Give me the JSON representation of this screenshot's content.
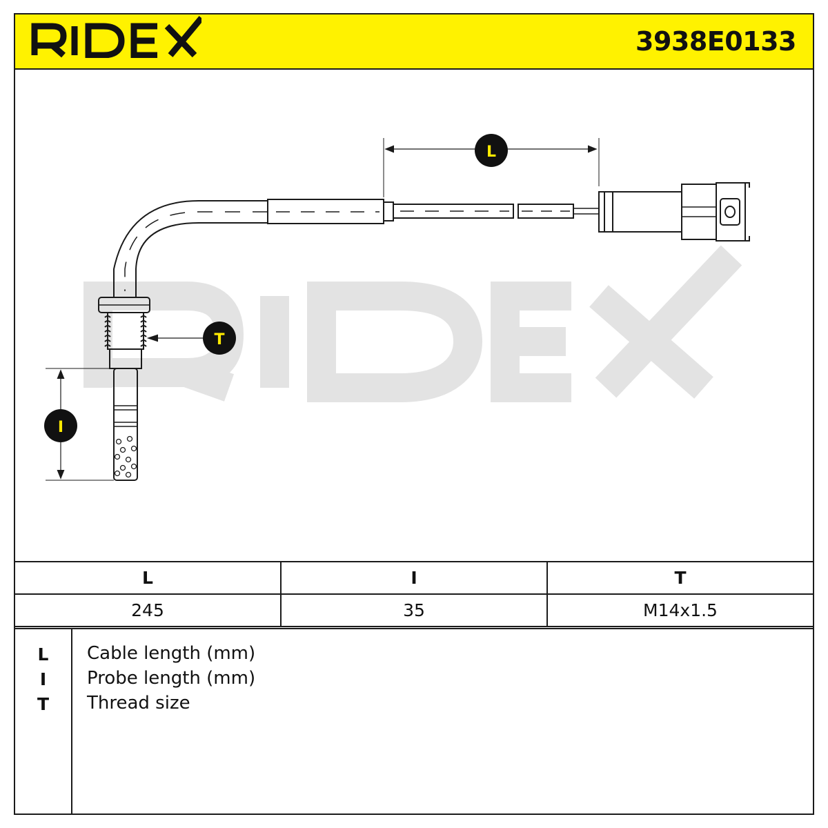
{
  "header": {
    "brand": "RIDEX",
    "part_number": "3938E0133",
    "background_color": "#fff200"
  },
  "drawing": {
    "watermark": "RIDEX",
    "callouts": {
      "L": "L",
      "I": "I",
      "T": "T"
    },
    "callout_color": "#ffea00"
  },
  "table": {
    "headers": [
      "L",
      "I",
      "T"
    ],
    "values": [
      "245",
      "35",
      "M14x1.5"
    ]
  },
  "legend": [
    {
      "key": "L",
      "description": "Cable length (mm)"
    },
    {
      "key": "I",
      "description": "Probe length (mm)"
    },
    {
      "key": "T",
      "description": "Thread size"
    }
  ]
}
